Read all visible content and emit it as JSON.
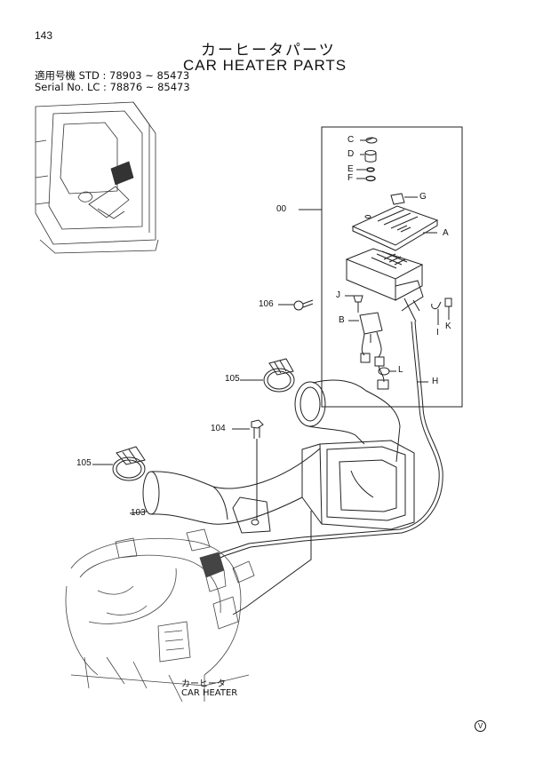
{
  "page": {
    "number": "143",
    "title_jp": "カーヒータパーツ",
    "title_en": "CAR HEATER PARTS",
    "serial_line1": "適用号機 STD : 78903 ~ 85473",
    "serial_line2": "Serial No. LC : 78876 ~ 85473",
    "footer_mark": "V"
  },
  "callouts": {
    "c00": "00",
    "cA": "A",
    "cB": "B",
    "cC": "C",
    "cD": "D",
    "cE": "E",
    "cF": "F",
    "cG": "G",
    "cH": "H",
    "cI": "I",
    "cJ": "J",
    "cK": "K",
    "cL": "L",
    "c103": "103",
    "c104": "104",
    "c105a": "105",
    "c105b": "105",
    "c106": "106"
  },
  "figure": {
    "label_jp": "カーヒータ",
    "label_en": "CAR HEATER"
  }
}
